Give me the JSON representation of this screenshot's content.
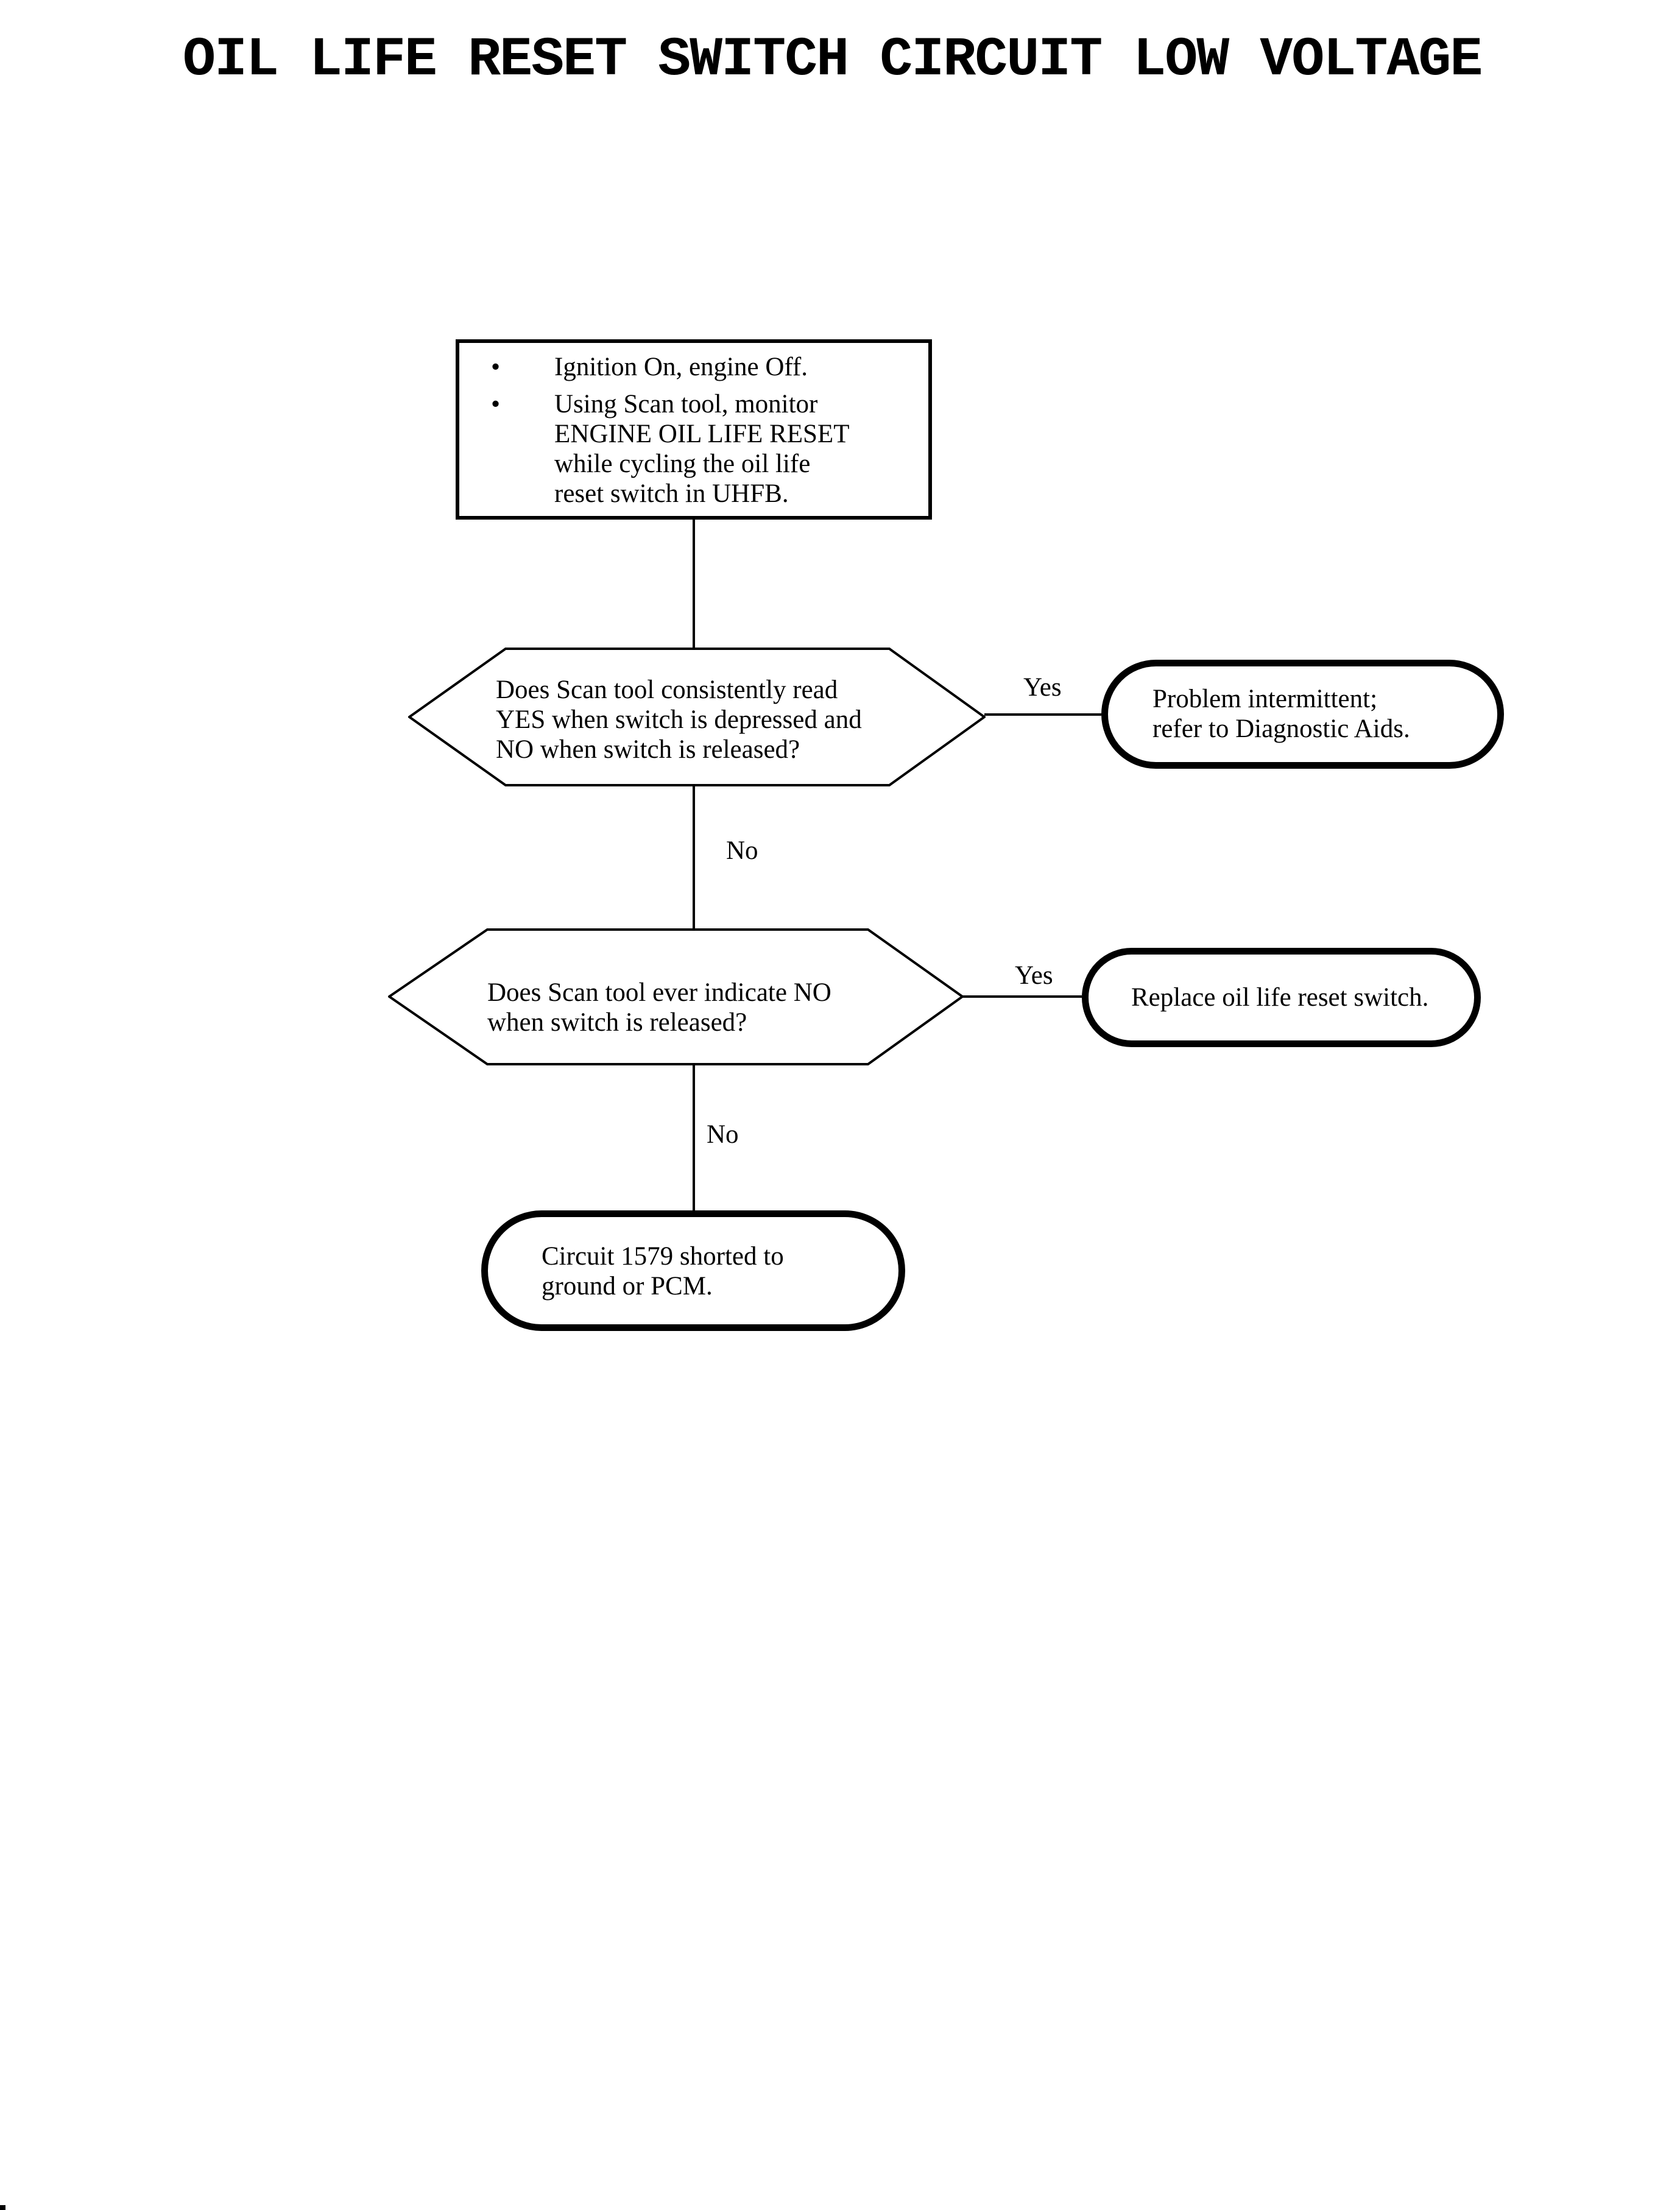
{
  "title": "OIL LIFE RESET SWITCH CIRCUIT LOW VOLTAGE",
  "colors": {
    "ink": "#000000",
    "paper": "#ffffff"
  },
  "bullet_glyph": "•",
  "nodes": {
    "start": {
      "type": "process",
      "items": [
        {
          "lines": [
            "Ignition On, engine Off."
          ]
        },
        {
          "lines": [
            "Using Scan tool, monitor",
            "ENGINE OIL LIFE RESET",
            "while cycling the oil life",
            "reset switch in UHFB."
          ]
        }
      ]
    },
    "decision1": {
      "type": "decision",
      "lines": [
        "Does Scan tool consistently read",
        "YES when switch is depressed and",
        "NO when switch is released?"
      ]
    },
    "terminal1": {
      "type": "terminal",
      "lines": [
        "Problem intermittent;",
        "refer to Diagnostic Aids."
      ]
    },
    "decision2": {
      "type": "decision",
      "lines": [
        "Does Scan tool ever indicate NO",
        "when switch is released?"
      ]
    },
    "terminal2": {
      "type": "terminal",
      "lines": [
        "Replace oil life reset switch."
      ]
    },
    "terminal3": {
      "type": "terminal",
      "lines": [
        "Circuit 1579 shorted to",
        "ground or PCM."
      ]
    }
  },
  "edges": [
    {
      "from": "start",
      "to": "decision1",
      "label": ""
    },
    {
      "from": "decision1",
      "to": "terminal1",
      "label": "Yes"
    },
    {
      "from": "decision1",
      "to": "decision2",
      "label": "No"
    },
    {
      "from": "decision2",
      "to": "terminal2",
      "label": "Yes"
    },
    {
      "from": "decision2",
      "to": "terminal3",
      "label": "No"
    }
  ]
}
